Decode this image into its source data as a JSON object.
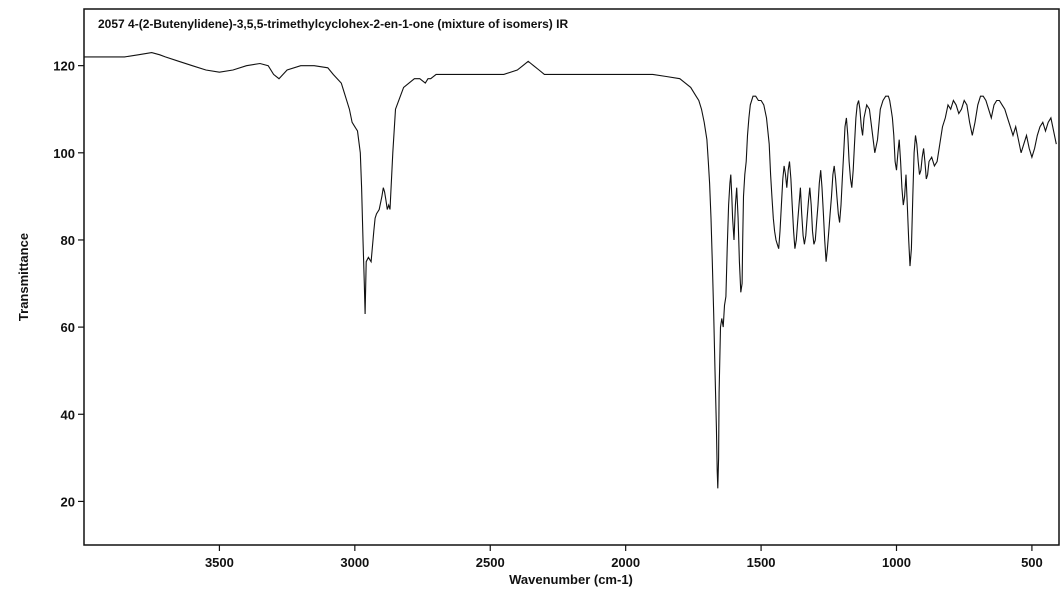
{
  "chart_data": {
    "type": "line",
    "title": "2057   4-(2-Butenylidene)-3,5,5-trimethylcyclohex-2-en-1-one (mixture of isomers)  IR",
    "xlabel": "Wavenumber (cm-1)",
    "ylabel": "Transmittance",
    "xlim": [
      4000,
      400
    ],
    "ylim": [
      10,
      133
    ],
    "x_reversed": true,
    "grid": false,
    "line_color": "#111111",
    "x_ticks": [
      3500,
      3000,
      2500,
      2000,
      1500,
      1000,
      500
    ],
    "y_ticks": [
      20,
      40,
      60,
      80,
      100,
      120
    ],
    "series": [
      {
        "values_x": [
          4000,
          3900,
          3850,
          3800,
          3750,
          3720,
          3700,
          3650,
          3600,
          3550,
          3500,
          3450,
          3400,
          3350,
          3320,
          3300,
          3280,
          3250,
          3200,
          3150,
          3100,
          3080,
          3050,
          3040,
          3030,
          3020,
          3010,
          3000,
          2990,
          2980,
          2975,
          2970,
          2965,
          2962,
          2958,
          2950,
          2940,
          2930,
          2925,
          2920,
          2910,
          2900,
          2895,
          2890,
          2885,
          2880,
          2875,
          2870,
          2860,
          2850,
          2820,
          2800,
          2780,
          2760,
          2740,
          2730,
          2720,
          2700,
          2650,
          2600,
          2550,
          2500,
          2450,
          2400,
          2380,
          2360,
          2350,
          2340,
          2320,
          2300,
          2250,
          2200,
          2150,
          2100,
          2050,
          2000,
          1950,
          1900,
          1850,
          1800,
          1780,
          1760,
          1750,
          1740,
          1730,
          1720,
          1710,
          1700,
          1695,
          1690,
          1685,
          1680,
          1675,
          1670,
          1665,
          1662,
          1660,
          1657,
          1655,
          1650,
          1645,
          1640,
          1635,
          1630,
          1625,
          1620,
          1615,
          1612,
          1608,
          1605,
          1600,
          1595,
          1590,
          1585,
          1580,
          1575,
          1570,
          1568,
          1565,
          1560,
          1555,
          1550,
          1545,
          1540,
          1530,
          1520,
          1510,
          1500,
          1490,
          1480,
          1470,
          1465,
          1460,
          1455,
          1450,
          1445,
          1440,
          1435,
          1430,
          1425,
          1420,
          1415,
          1410,
          1405,
          1400,
          1395,
          1390,
          1385,
          1380,
          1375,
          1370,
          1365,
          1360,
          1355,
          1350,
          1345,
          1340,
          1335,
          1330,
          1325,
          1320,
          1315,
          1310,
          1305,
          1300,
          1295,
          1290,
          1285,
          1280,
          1275,
          1270,
          1265,
          1260,
          1255,
          1250,
          1245,
          1240,
          1235,
          1230,
          1225,
          1220,
          1215,
          1210,
          1205,
          1200,
          1195,
          1190,
          1185,
          1180,
          1175,
          1170,
          1165,
          1160,
          1155,
          1150,
          1145,
          1140,
          1135,
          1130,
          1125,
          1120,
          1110,
          1100,
          1090,
          1080,
          1070,
          1060,
          1050,
          1040,
          1030,
          1025,
          1020,
          1015,
          1010,
          1005,
          1000,
          995,
          990,
          985,
          980,
          975,
          970,
          965,
          960,
          955,
          950,
          945,
          940,
          935,
          930,
          925,
          920,
          915,
          910,
          905,
          900,
          895,
          890,
          885,
          880,
          870,
          860,
          850,
          840,
          830,
          820,
          810,
          800,
          790,
          780,
          770,
          760,
          750,
          740,
          730,
          720,
          710,
          700,
          690,
          680,
          670,
          660,
          650,
          640,
          630,
          620,
          610,
          600,
          590,
          580,
          570,
          560,
          550,
          540,
          530,
          520,
          510,
          500,
          490,
          480,
          470,
          460,
          450,
          440,
          430,
          420,
          410,
          400
        ],
        "values_y": [
          122,
          122,
          122,
          122.5,
          123,
          122.5,
          122,
          121,
          120,
          119,
          118.5,
          119,
          120,
          120.5,
          120,
          118,
          117,
          119,
          120,
          120,
          119.5,
          118,
          116,
          114,
          112,
          110,
          107,
          106,
          105,
          100,
          92,
          80,
          70,
          63,
          75,
          76,
          75,
          82,
          85,
          86,
          87,
          90,
          92,
          91,
          89,
          87,
          88,
          87,
          100,
          110,
          115,
          116,
          117,
          117,
          116,
          117,
          117,
          118,
          118,
          118,
          118,
          118,
          118,
          119,
          120,
          121,
          120.5,
          120,
          119,
          118,
          118,
          118,
          118,
          118,
          118,
          118,
          118,
          118,
          117.5,
          117,
          116,
          115,
          114,
          113,
          112,
          110,
          107,
          103,
          98,
          93,
          85,
          75,
          63,
          50,
          37,
          27,
          23,
          30,
          45,
          60,
          62,
          60,
          65,
          67,
          78,
          88,
          93,
          95,
          90,
          85,
          80,
          88,
          92,
          85,
          75,
          68,
          70,
          80,
          90,
          95,
          98,
          104,
          108,
          111,
          113,
          113,
          112,
          112,
          111,
          108,
          102,
          95,
          90,
          85,
          82,
          80,
          79,
          78,
          82,
          88,
          94,
          97,
          95,
          92,
          96,
          98,
          94,
          88,
          82,
          78,
          80,
          84,
          88,
          92,
          86,
          81,
          79,
          81,
          85,
          89,
          92,
          88,
          82,
          79,
          80,
          84,
          88,
          93,
          96,
          92,
          86,
          80,
          75,
          78,
          82,
          86,
          90,
          95,
          97,
          94,
          90,
          86,
          84,
          88,
          94,
          100,
          106,
          108,
          104,
          98,
          94,
          92,
          96,
          102,
          108,
          111,
          112,
          110,
          106,
          104,
          108,
          111,
          110,
          105,
          100,
          103,
          110,
          112,
          113,
          113,
          112,
          110,
          108,
          104,
          98,
          96,
          100,
          103,
          98,
          92,
          88,
          90,
          95,
          88,
          80,
          74,
          78,
          90,
          100,
          104,
          102,
          98,
          95,
          96,
          99,
          101,
          98,
          94,
          95,
          98,
          99,
          97,
          98,
          102,
          106,
          108,
          111,
          110,
          112,
          111,
          109,
          110,
          112,
          111,
          107,
          104,
          107,
          111,
          113,
          113,
          112,
          110,
          108,
          111,
          112,
          112,
          111,
          110,
          108,
          106,
          104,
          106,
          103,
          100,
          102,
          104,
          101,
          99,
          101,
          104,
          106,
          107,
          105,
          107,
          108,
          105,
          102
        ]
      }
    ]
  }
}
